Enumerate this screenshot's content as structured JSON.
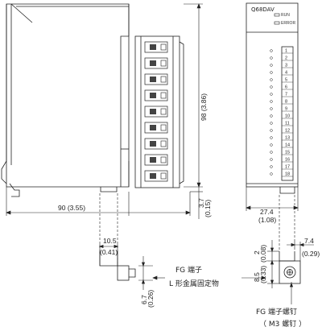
{
  "side_view": {
    "width_dim": "90 (3.55)",
    "height_dim": "98 (3.86)",
    "bottom_dim": "3.7",
    "bottom_dim_in": "(0.15)"
  },
  "front_view": {
    "model": "Q68DAV",
    "led_labels": [
      "RUN",
      "ERROR"
    ],
    "width_dim": "27.4",
    "width_dim_in": "(1.08)",
    "terminal_numbers": [
      "1",
      "2",
      "3",
      "4",
      "5",
      "6",
      "7",
      "8",
      "9",
      "10",
      "11",
      "12",
      "13",
      "14",
      "15",
      "16",
      "17",
      "18"
    ]
  },
  "fg_bracket": {
    "dim_width": "10.5",
    "dim_width_in": "(0.41)",
    "dim_height": "6.7",
    "dim_height_in": "(0.26)",
    "label_line1": "FG 端子",
    "label_line2": "L 形金属固定物"
  },
  "fg_screw": {
    "dim_a": "2",
    "dim_a_in": "(0.08)",
    "dim_b": "7.4",
    "dim_b_in": "(0.29)",
    "dim_c": "8.5",
    "dim_c_in": "(0.33)",
    "label_line1": "FG 端子螺钉",
    "label_line2": "（ M3 螺钉 ）"
  }
}
